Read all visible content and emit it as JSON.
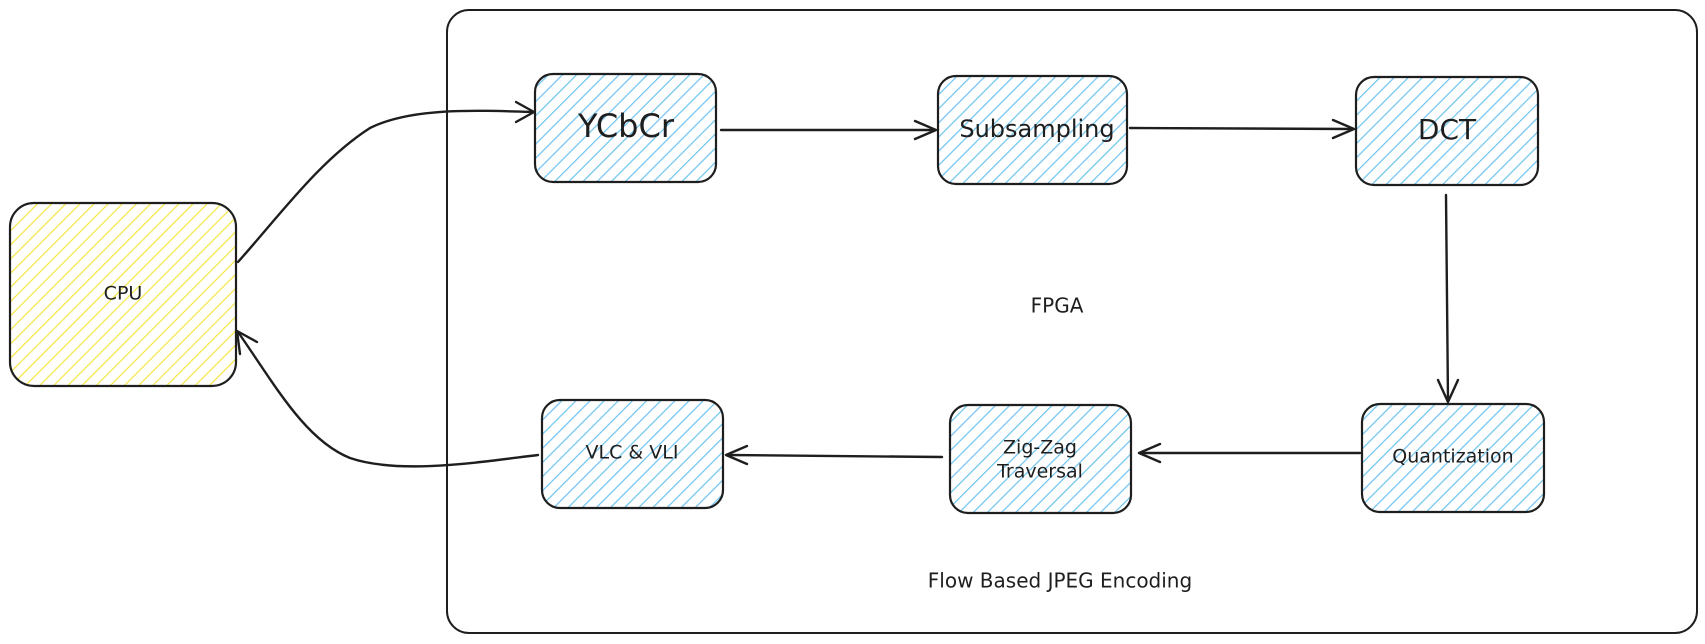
{
  "colors": {
    "stroke": "#1e1e1e",
    "cpu_fill": "#f5e642",
    "stage_fill": "#6cc3f0",
    "background": "#ffffff"
  },
  "container": {
    "title": "FPGA",
    "caption": "Flow Based JPEG Encoding"
  },
  "nodes": {
    "cpu": {
      "label": "CPU"
    },
    "ycbcr": {
      "label": "YCbCr"
    },
    "subsampling": {
      "label": "Subsampling"
    },
    "dct": {
      "label": "DCT"
    },
    "quantization": {
      "label": "Quantization"
    },
    "zigzag": {
      "line1": "Zig-Zag",
      "line2": "Traversal"
    },
    "vlc": {
      "label": "VLC & VLI"
    }
  },
  "edges": [
    {
      "from": "cpu",
      "to": "ycbcr"
    },
    {
      "from": "ycbcr",
      "to": "subsampling"
    },
    {
      "from": "subsampling",
      "to": "dct"
    },
    {
      "from": "dct",
      "to": "quantization"
    },
    {
      "from": "quantization",
      "to": "zigzag"
    },
    {
      "from": "zigzag",
      "to": "vlc"
    },
    {
      "from": "vlc",
      "to": "cpu"
    }
  ]
}
